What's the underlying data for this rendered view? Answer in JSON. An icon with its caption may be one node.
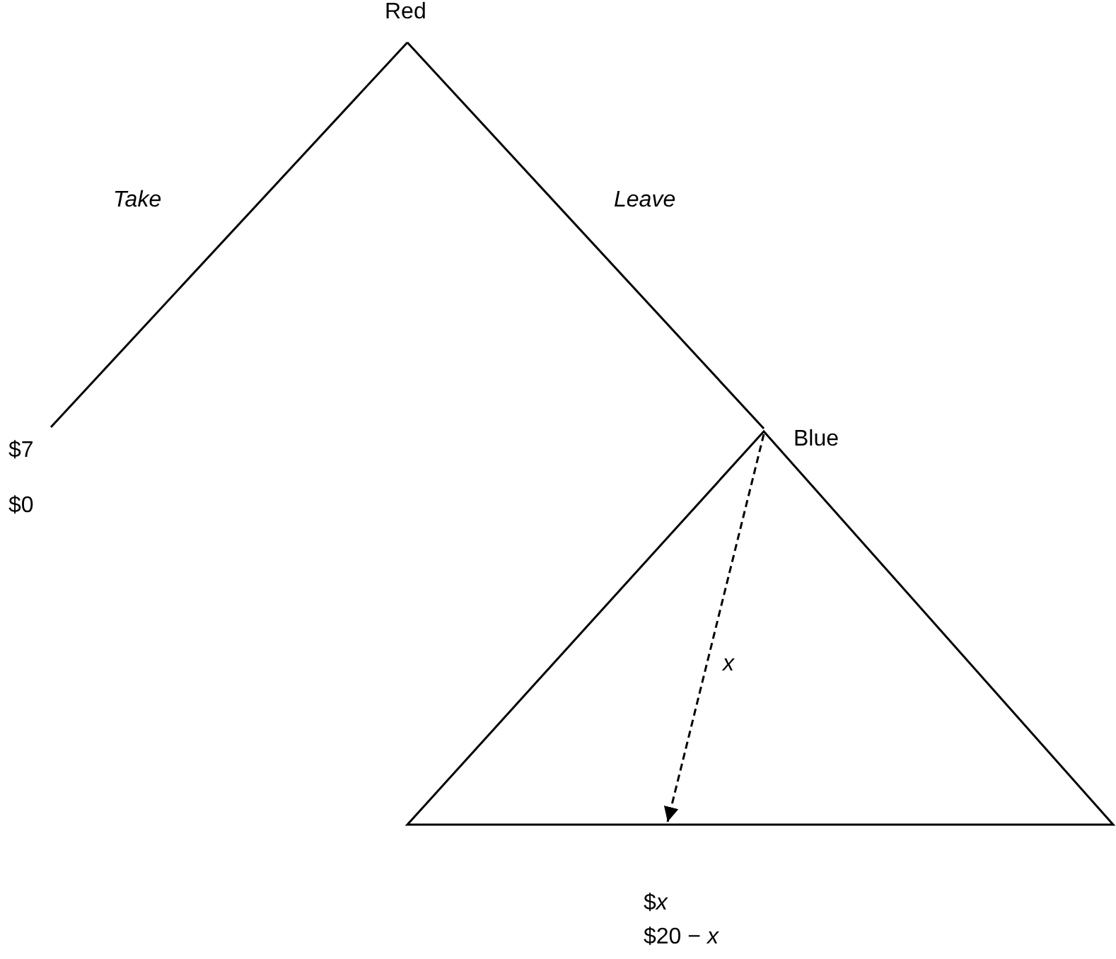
{
  "diagram": {
    "nodes": [
      {
        "text": [
          "Red"
        ]
      },
      {
        "text": [
          "$7",
          "$0"
        ]
      },
      {
        "text": [
          "Blue"
        ]
      },
      {
        "text": [],
        "shape": "triangle"
      }
    ],
    "edges": [
      {
        "from": 0,
        "to": 1,
        "arrow": "none",
        "label": "Take"
      },
      {
        "from": 0,
        "to": 2,
        "arrow": "none",
        "label": "Leave"
      },
      {
        "from": 2,
        "to": 3,
        "arrow": "to",
        "label": "x",
        "style": "dashed"
      }
    ],
    "labels": [
      "$*x*",
      "$20 − *x*"
    ]
  }
}
